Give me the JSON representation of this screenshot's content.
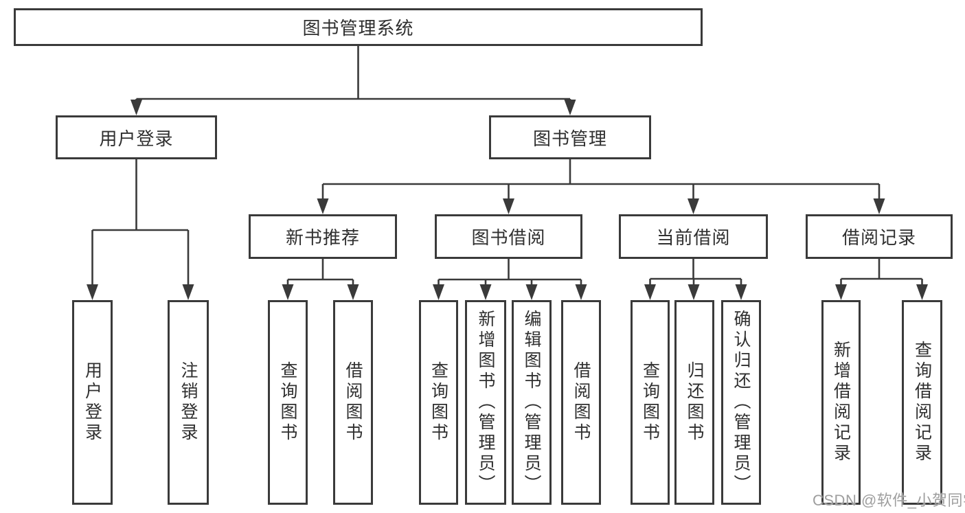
{
  "diagram_title": "图书管理系统",
  "tree": {
    "root": {
      "label": "图书管理系统",
      "children": [
        {
          "label": "用户登录",
          "children": [
            {
              "label": "用户登录"
            },
            {
              "label": "注销登录"
            }
          ]
        },
        {
          "label": "图书管理",
          "children": [
            {
              "label": "新书推荐",
              "children": [
                {
                  "label": "查询图书"
                },
                {
                  "label": "借阅图书"
                }
              ]
            },
            {
              "label": "图书借阅",
              "children": [
                {
                  "label": "查询图书"
                },
                {
                  "label": "新增图书（管理员）"
                },
                {
                  "label": "编辑图书（管理员）"
                },
                {
                  "label": "借阅图书"
                }
              ]
            },
            {
              "label": "当前借阅",
              "children": [
                {
                  "label": "查询图书"
                },
                {
                  "label": "归还图书"
                },
                {
                  "label": "确认归还（管理员）"
                }
              ]
            },
            {
              "label": "借阅记录",
              "children": [
                {
                  "label": "新增借阅记录"
                },
                {
                  "label": "查询借阅记录"
                }
              ]
            }
          ]
        }
      ]
    }
  },
  "watermark": {
    "text": "CSDN @软件_小贺同学"
  },
  "colors": {
    "line": "#3a3a3a",
    "text": "#2f2f2f",
    "background": "#ffffff",
    "watermark": "#9e9e9e"
  }
}
